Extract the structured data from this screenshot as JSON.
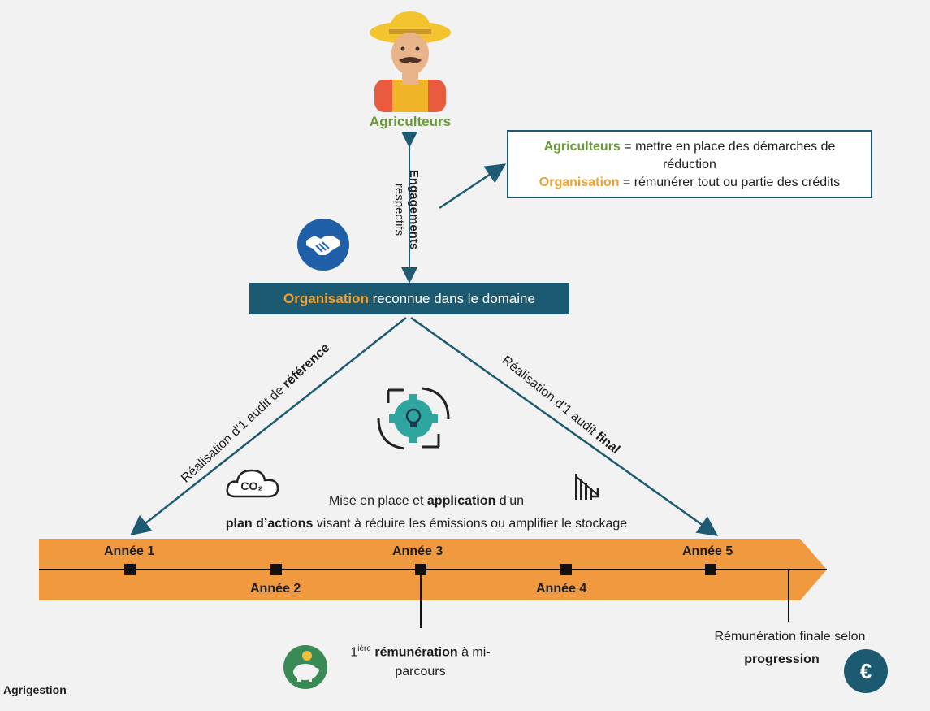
{
  "farmer": {
    "label": "Agriculteurs"
  },
  "engagement": {
    "bold": "Engagements",
    "rest": "respectifs"
  },
  "legend": {
    "line1_term": "Agriculteurs",
    "line1_text": " = mettre en place des démarches de réduction",
    "line2_term": "Organisation",
    "line2_text": " = rémunérer tout ou partie des crédits"
  },
  "organisation": {
    "term": "Organisation",
    "text": " reconnue dans le domaine"
  },
  "audit_left": {
    "text": "Réalisation d’1 audit de ",
    "bold": "référence"
  },
  "audit_right": {
    "text": "Réalisation d’1 audit ",
    "bold": "final"
  },
  "plan": {
    "l1_a": "Mise en place et ",
    "l1_b": "application",
    "l1_c": " d’un",
    "l2_a": "plan d’actions",
    "l2_b": " visant à réduire les émissions ou amplifier le stockage"
  },
  "years": [
    "Année 1",
    "Année 2",
    "Année 3",
    "Année 4",
    "Année 5"
  ],
  "remuneration1": {
    "num": "1",
    "sup": "ière",
    "bold": "rémunération",
    "rest": " à mi-parcours"
  },
  "remuneration_final": {
    "text": "Rémunération finale selon",
    "bold": "progression"
  },
  "icons": {
    "co2": "CO₂",
    "euro": "€"
  },
  "colors": {
    "teal": "#1b5a70",
    "orange": "#f0993e",
    "green": "#6a9a3a",
    "accent": "#f0a030"
  },
  "brand": "Agrigestion"
}
